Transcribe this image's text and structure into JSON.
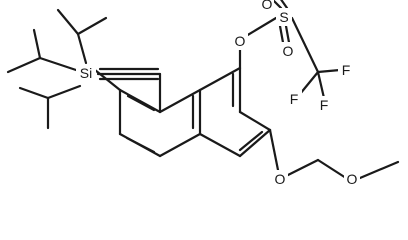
{
  "labels": {
    "si": "Si",
    "o_triflate": "O",
    "s": "S",
    "o_sulfonyl_top": "O",
    "o_sulfonyl_bottom": "O",
    "f_right": "F",
    "f_bottom_left": "F",
    "f_bottom_right": "F",
    "o_mom_ring": "O",
    "o_mom_chain": "O"
  }
}
